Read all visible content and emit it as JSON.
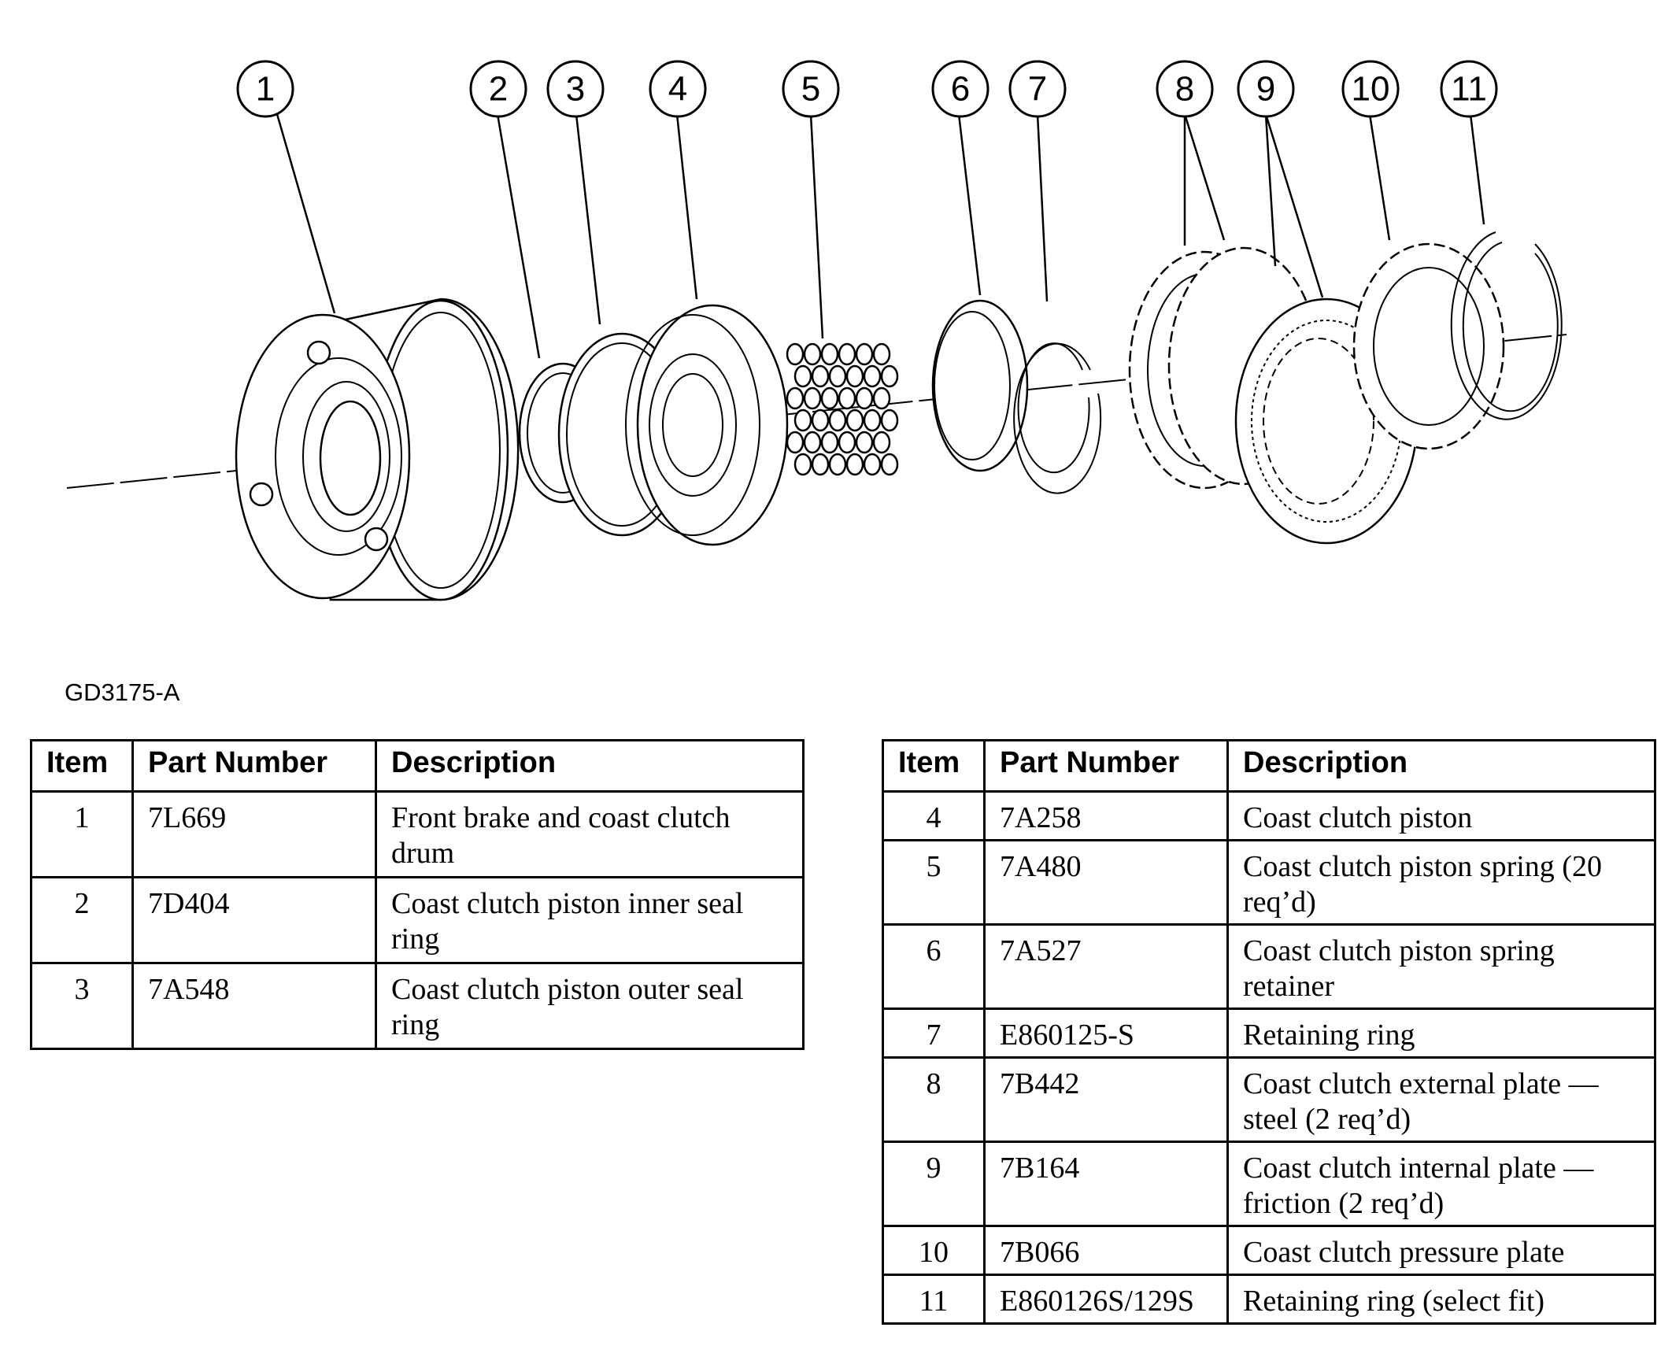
{
  "figure_code": "GD3175-A",
  "callouts": [
    "1",
    "2",
    "3",
    "4",
    "5",
    "6",
    "7",
    "8",
    "9",
    "10",
    "11"
  ],
  "table_headers": {
    "item": "Item",
    "part_number": "Part Number",
    "description": "Description"
  },
  "table_left": [
    {
      "item": "1",
      "part_number": "7L669",
      "description": "Front brake and coast clutch drum"
    },
    {
      "item": "2",
      "part_number": "7D404",
      "description": "Coast clutch piston inner seal ring"
    },
    {
      "item": "3",
      "part_number": "7A548",
      "description": "Coast clutch piston outer seal ring"
    }
  ],
  "table_right": [
    {
      "item": "4",
      "part_number": "7A258",
      "description": "Coast clutch piston"
    },
    {
      "item": "5",
      "part_number": "7A480",
      "description": "Coast clutch piston spring (20 req’d)"
    },
    {
      "item": "6",
      "part_number": "7A527",
      "description": "Coast clutch piston spring retainer"
    },
    {
      "item": "7",
      "part_number": "E860125-S",
      "description": "Retaining ring"
    },
    {
      "item": "8",
      "part_number": "7B442",
      "description": "Coast clutch external plate — steel (2 req’d)"
    },
    {
      "item": "9",
      "part_number": "7B164",
      "description": "Coast clutch internal plate — friction (2 req’d)"
    },
    {
      "item": "10",
      "part_number": "7B066",
      "description": "Coast clutch pressure plate"
    },
    {
      "item": "11",
      "part_number": "E860126S/129S",
      "description": "Retaining ring (select fit)"
    }
  ]
}
